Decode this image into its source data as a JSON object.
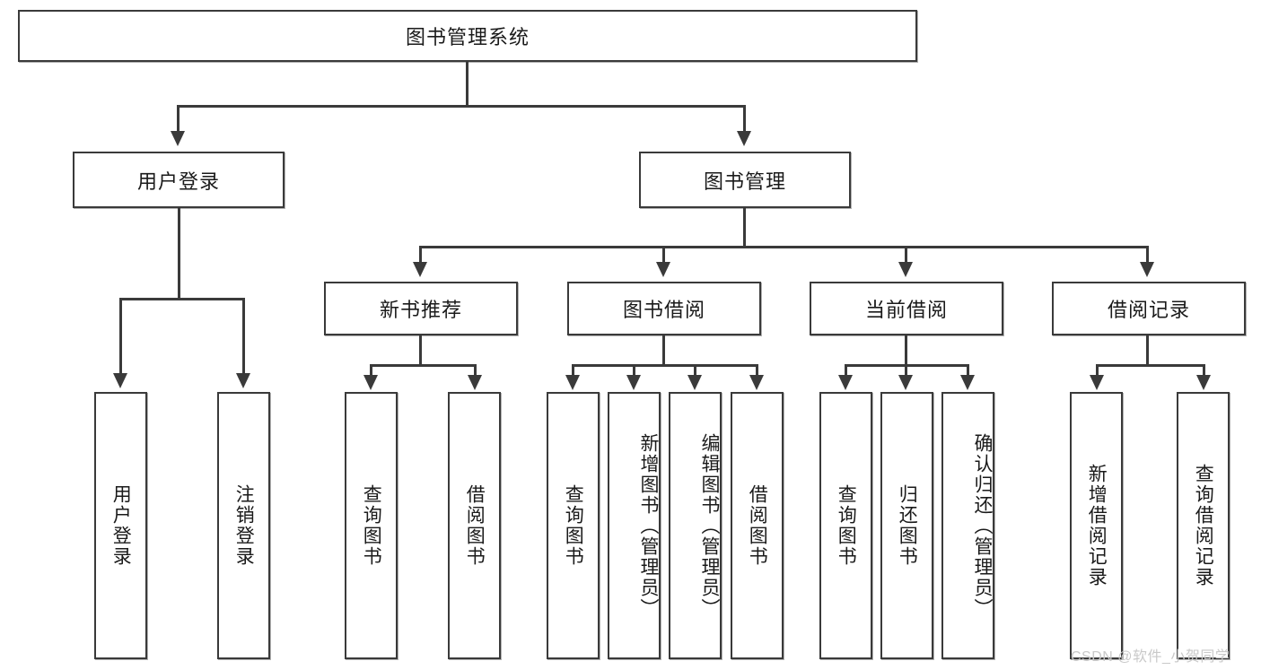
{
  "diagram": {
    "title": "图书管理系统",
    "root": {
      "label": "图书管理系统"
    },
    "level2": [
      {
        "label": "用户登录"
      },
      {
        "label": "图书管理"
      }
    ],
    "level3": [
      {
        "label": "新书推荐"
      },
      {
        "label": "图书借阅"
      },
      {
        "label": "当前借阅"
      },
      {
        "label": "借阅记录"
      }
    ],
    "leaves": {
      "user_login": [
        {
          "label": "用户登录"
        },
        {
          "label": "注销登录"
        }
      ],
      "new_book_recommend": [
        {
          "label": "查询图书"
        },
        {
          "label": "借阅图书"
        }
      ],
      "book_borrow": [
        {
          "label": "查询图书"
        },
        {
          "label": "新增图书（管理员）"
        },
        {
          "label": "编辑图书（管理员）"
        },
        {
          "label": "借阅图书"
        }
      ],
      "current_borrow": [
        {
          "label": "查询图书"
        },
        {
          "label": "归还图书"
        },
        {
          "label": "确认归还（管理员）"
        }
      ],
      "borrow_record": [
        {
          "label": "新增借阅记录"
        },
        {
          "label": "查询借阅记录"
        }
      ]
    }
  },
  "watermark": {
    "text": "CSDN @软件_小贺同学"
  },
  "colors": {
    "stroke": "#3a3a3a",
    "fill": "#ffffff",
    "text": "#1a1a1a",
    "watermark": "#c9c9c9"
  }
}
